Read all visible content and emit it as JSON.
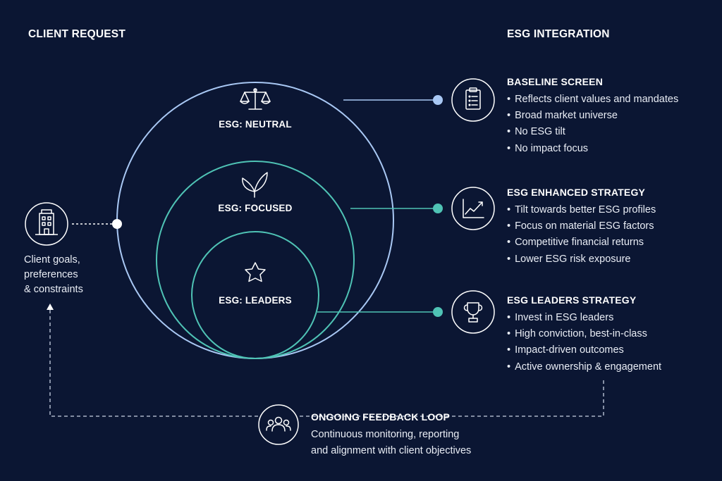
{
  "headers": {
    "left": "CLIENT REQUEST",
    "right": "ESG INTEGRATION"
  },
  "client": {
    "icon": "building-icon",
    "lines": [
      "Client goals,",
      "preferences",
      "& constraints"
    ]
  },
  "rings": [
    {
      "label": "ESG: NEUTRAL",
      "icon": "scales-icon",
      "color": "#a9c8f4"
    },
    {
      "label": "ESG: FOCUSED",
      "icon": "leaf-icon",
      "color": "#4fc3b5"
    },
    {
      "label": "ESG: LEADERS",
      "icon": "star-icon",
      "color": "#4fc3b5"
    }
  ],
  "strategies": [
    {
      "title": "BASELINE SCREEN",
      "icon": "clipboard-icon",
      "dot_color": "#a9c8f4",
      "bullets": [
        "Reflects client values and mandates",
        "Broad market universe",
        "No ESG tilt",
        "No impact focus"
      ]
    },
    {
      "title": "ESG ENHANCED STRATEGY",
      "icon": "chart-trend-icon",
      "dot_color": "#4fc3b5",
      "bullets": [
        "Tilt towards better ESG profiles",
        "Focus on material ESG factors",
        "Competitive financial returns",
        "Lower ESG risk exposure"
      ]
    },
    {
      "title": "ESG LEADERS STRATEGY",
      "icon": "trophy-icon",
      "dot_color": "#4fc3b5",
      "bullets": [
        "Invest in ESG leaders",
        "High conviction, best-in-class",
        "Impact-driven outcomes",
        "Active ownership & engagement"
      ]
    }
  ],
  "feedback": {
    "icon": "people-icon",
    "title": "ONGOING FEEDBACK LOOP",
    "lines": [
      "Continuous monitoring, reporting",
      "and alignment with client objectives"
    ]
  }
}
